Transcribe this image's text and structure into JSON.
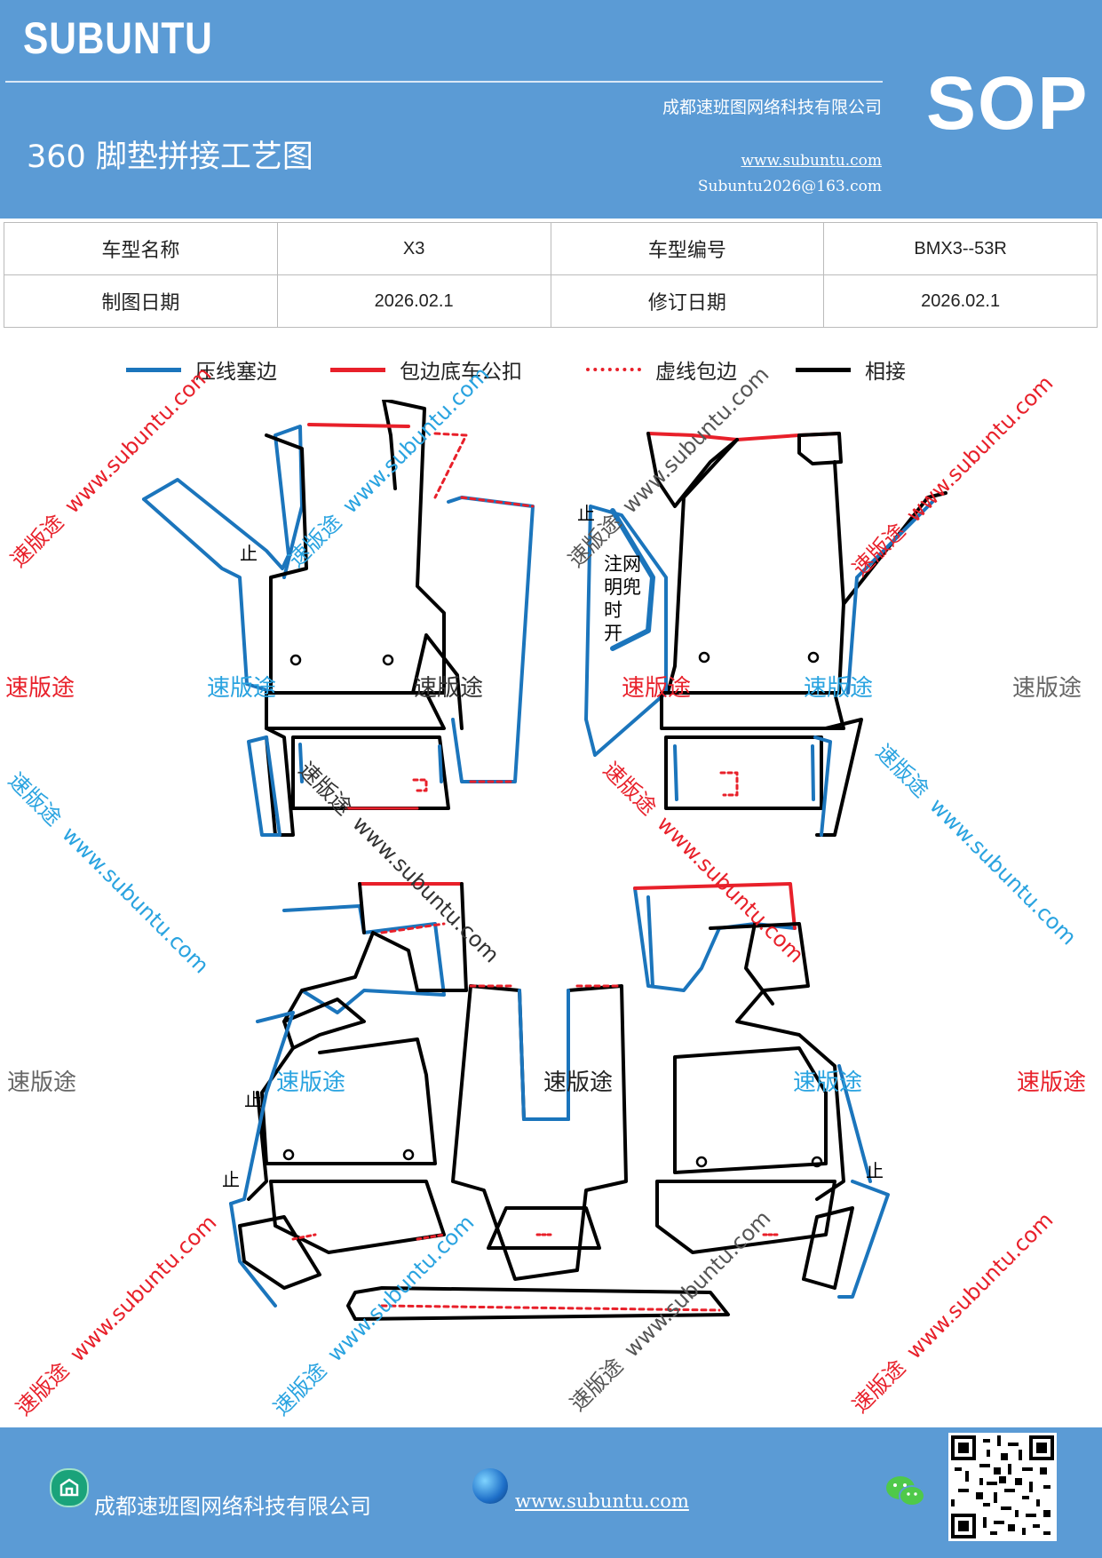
{
  "header": {
    "brand": "SUBUNTU",
    "company": "成都速班图网络科技有限公司",
    "title": "360 脚垫拼接工艺图",
    "website": "www.subuntu.com",
    "email": "Subuntu2026@163.com",
    "badge": "SOP"
  },
  "info_table": {
    "model_name_label": "车型名称",
    "model_name_value": "X3",
    "model_code_label": "车型编号",
    "model_code_value": "BMX3--53R",
    "draw_date_label": "制图日期",
    "draw_date_value": "2026.02.1",
    "revise_date_label": "修订日期",
    "revise_date_value": "2026.02.1"
  },
  "legend": [
    {
      "label": "压线塞边",
      "color": "#1b75bc",
      "style": "solid"
    },
    {
      "label": "包边底车公扣",
      "color": "#e8202a",
      "style": "solid"
    },
    {
      "label": "虚线包边",
      "color": "#e8202a",
      "style": "dotted"
    },
    {
      "label": "相接",
      "color": "#000000",
      "style": "solid"
    }
  ],
  "diagram": {
    "edge_mark": "止",
    "note_chars": [
      "注网",
      "明兜",
      "时",
      "开"
    ]
  },
  "watermarks": {
    "brand_cn": "速版途",
    "url": "www.subuntu.com",
    "colors": {
      "red": "#e8202a",
      "blue": "#29a3e0",
      "gray": "#666666"
    }
  },
  "footer": {
    "company": "成都速班图网络科技有限公司",
    "website": "www.subuntu.com"
  }
}
